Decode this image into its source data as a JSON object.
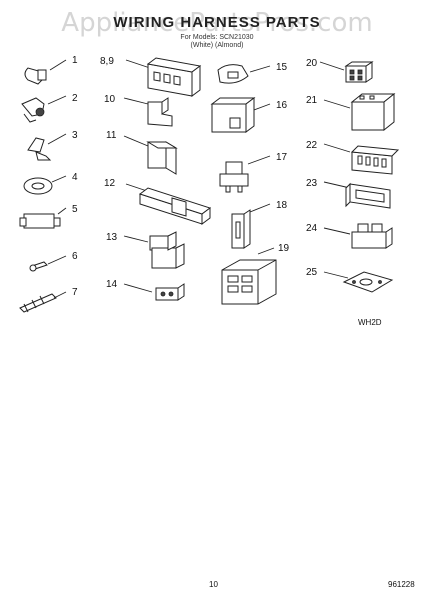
{
  "header": {
    "title": "WIRING HARNESS PARTS",
    "watermark": "AppliancePartsPros.com",
    "subtitle_line1": "For Models: SCN21030",
    "subtitle_line2": "(White)    (Almond)"
  },
  "parts": [
    {
      "label": "1"
    },
    {
      "label": "2"
    },
    {
      "label": "3"
    },
    {
      "label": "4"
    },
    {
      "label": "5"
    },
    {
      "label": "6"
    },
    {
      "label": "7"
    },
    {
      "label": "8,9"
    },
    {
      "label": "10"
    },
    {
      "label": "11"
    },
    {
      "label": "12"
    },
    {
      "label": "13"
    },
    {
      "label": "14"
    },
    {
      "label": "15"
    },
    {
      "label": "16"
    },
    {
      "label": "17"
    },
    {
      "label": "18"
    },
    {
      "label": "19"
    },
    {
      "label": "20"
    },
    {
      "label": "21"
    },
    {
      "label": "22"
    },
    {
      "label": "23"
    },
    {
      "label": "24"
    },
    {
      "label": "25"
    }
  ],
  "footer": {
    "diagram_code": "WH2D",
    "page_number": "10",
    "date_code": "961228"
  }
}
